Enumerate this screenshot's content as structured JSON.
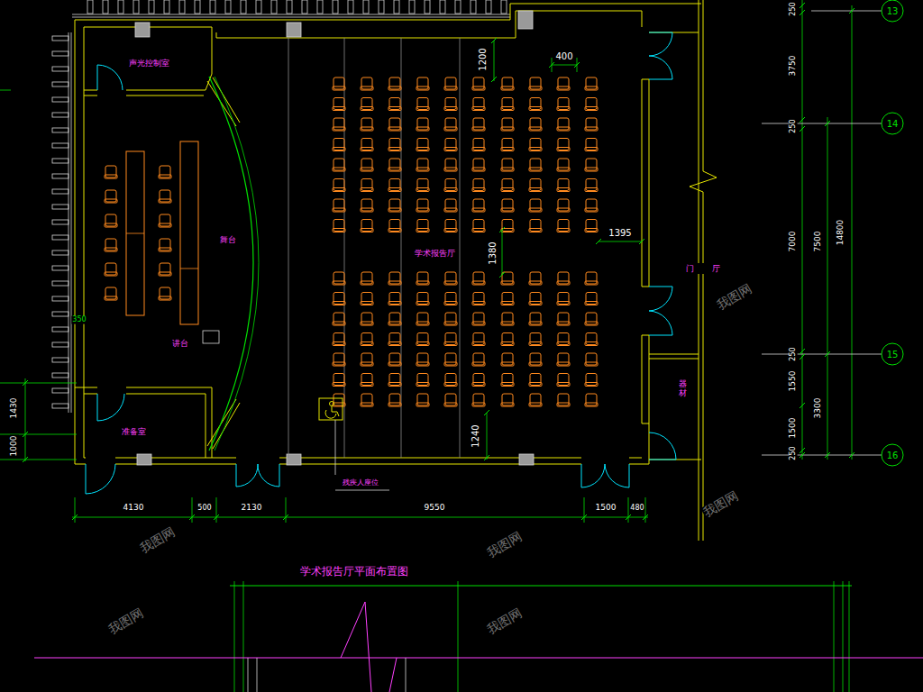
{
  "diagram": {
    "title": "学术报告厅平面布置图",
    "nodes": [
      {
        "text": [
          "声光控制室"
        ]
      },
      {
        "text": [
          "舞台"
        ]
      },
      {
        "text": [
          "讲台"
        ]
      },
      {
        "text": [
          "学术报告厅"
        ]
      },
      {
        "text": [
          "门厅"
        ]
      },
      {
        "text": [
          "器材"
        ]
      },
      {
        "text": [
          "准备室"
        ]
      }
    ],
    "labels": [
      "1200",
      "400",
      "1395",
      "1380",
      "1240",
      "350",
      "1430",
      "1000",
      "4130",
      "500",
      "2130",
      "9550",
      "1500",
      "480",
      "250",
      "3750",
      "250",
      "7000",
      "250",
      "1550",
      "1500",
      "250",
      "7500",
      "3300",
      "14800",
      "13",
      "14",
      "15",
      "16",
      "残疾人座位",
      "我图网",
      "我图网",
      "我图网",
      "我图网",
      "我图网",
      "我图网"
    ]
  }
}
